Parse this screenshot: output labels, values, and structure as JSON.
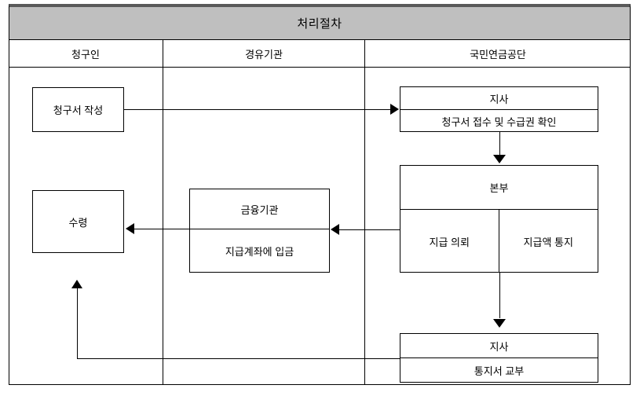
{
  "diagram": {
    "title": "처리절차",
    "columns": [
      {
        "label": "청구인"
      },
      {
        "label": "경유기관"
      },
      {
        "label": "국민연금공단"
      }
    ],
    "nodes": {
      "claim_form": {
        "label": "청구서 작성"
      },
      "branch_receive": {
        "header": "지사",
        "body": "청구서 접수 및 수급권 확인"
      },
      "headquarters": {
        "header": "본부",
        "left_cell": "지급 의뢰",
        "right_cell": "지급액 통지"
      },
      "bank": {
        "header": "금융기관",
        "body": "지급계좌에 입금"
      },
      "receive": {
        "label": "수령"
      },
      "branch_issue": {
        "header": "지사",
        "body": "통지서 교부"
      }
    },
    "connectors": [
      {
        "name": "claim-form-to-branch-receive",
        "direction": "right"
      },
      {
        "name": "branch-receive-to-headquarters",
        "direction": "down"
      },
      {
        "name": "headquarters-to-bank",
        "direction": "left"
      },
      {
        "name": "bank-to-receive",
        "direction": "left"
      },
      {
        "name": "headquarters-to-branch-issue",
        "direction": "down"
      },
      {
        "name": "branch-issue-to-receive",
        "direction": "up"
      }
    ],
    "colors": {
      "title_fill": "#bfbfbf",
      "title_top_border": "#595959",
      "line": "#000000",
      "background": "#ffffff"
    }
  }
}
